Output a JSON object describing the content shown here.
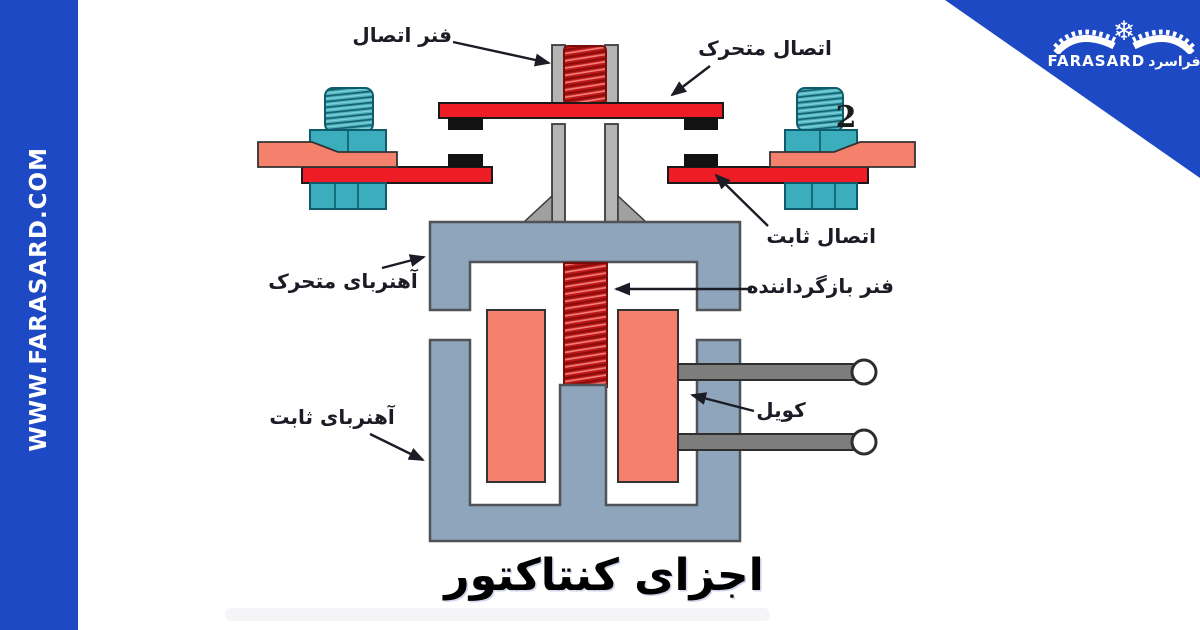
{
  "sidebar": {
    "url": "WWW.FARASARD.COM"
  },
  "logo": {
    "brand_latin": "FARASARD",
    "brand_persian": "فراسرد",
    "icons": [
      "snowflake-icon",
      "gear-fender-icon"
    ]
  },
  "diagram": {
    "title": "اجزای کنتاکتور",
    "bolt_number": "2",
    "labels": {
      "connection_spring": "فنر اتصال",
      "moving_contact": "اتصال متحرک",
      "fixed_contact": "اتصال ثابت",
      "moving_magnet": "آهنربای متحرک",
      "return_spring": "فنر بازگرداننده",
      "fixed_magnet": "آهنربای ثابت",
      "coil": "کویل"
    }
  },
  "colors": {
    "brand_blue": "#1d49c4",
    "contact_red": "#ee1c25",
    "spring_red": "#c01717",
    "coil_salmon": "#f5816d",
    "bolt_teal": "#3badbc",
    "magnet_steel": "#8ea5bb",
    "pad_black": "#121212",
    "rod_gray": "#7d7d7d",
    "label_dark": "#1c1c26",
    "text_white": "#ffffff"
  }
}
